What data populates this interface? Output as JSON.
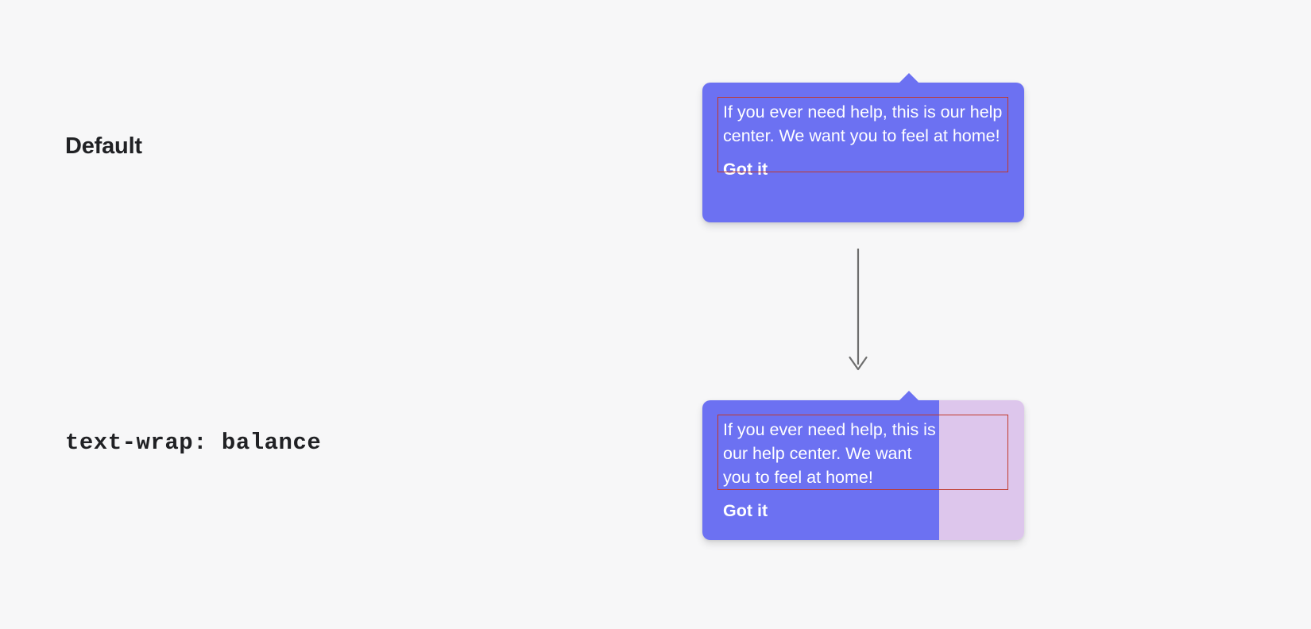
{
  "page": {
    "background_color": "#f7f7f8",
    "accent_color": "#6C71F2",
    "ghost_color": "#DDC6EC",
    "annotation_color": "#C0392B",
    "arrow_color": "#6e6e6e"
  },
  "rows": [
    {
      "label": "Default",
      "label_style": "sans-bold",
      "tooltip": {
        "body": "If you ever need help, this is our help center. We want you to feel at home!",
        "cta": "Got it",
        "caret": "caret-up-icon",
        "has_ghost_area": false
      }
    },
    {
      "label": "text-wrap: balance",
      "label_style": "mono-bold",
      "tooltip": {
        "body": "If you ever need help, this is our help center. We want you to feel at home!",
        "cta": "Got it",
        "caret": "caret-up-icon",
        "has_ghost_area": true
      }
    }
  ],
  "flow": {
    "arrow": "arrow-down-icon"
  }
}
